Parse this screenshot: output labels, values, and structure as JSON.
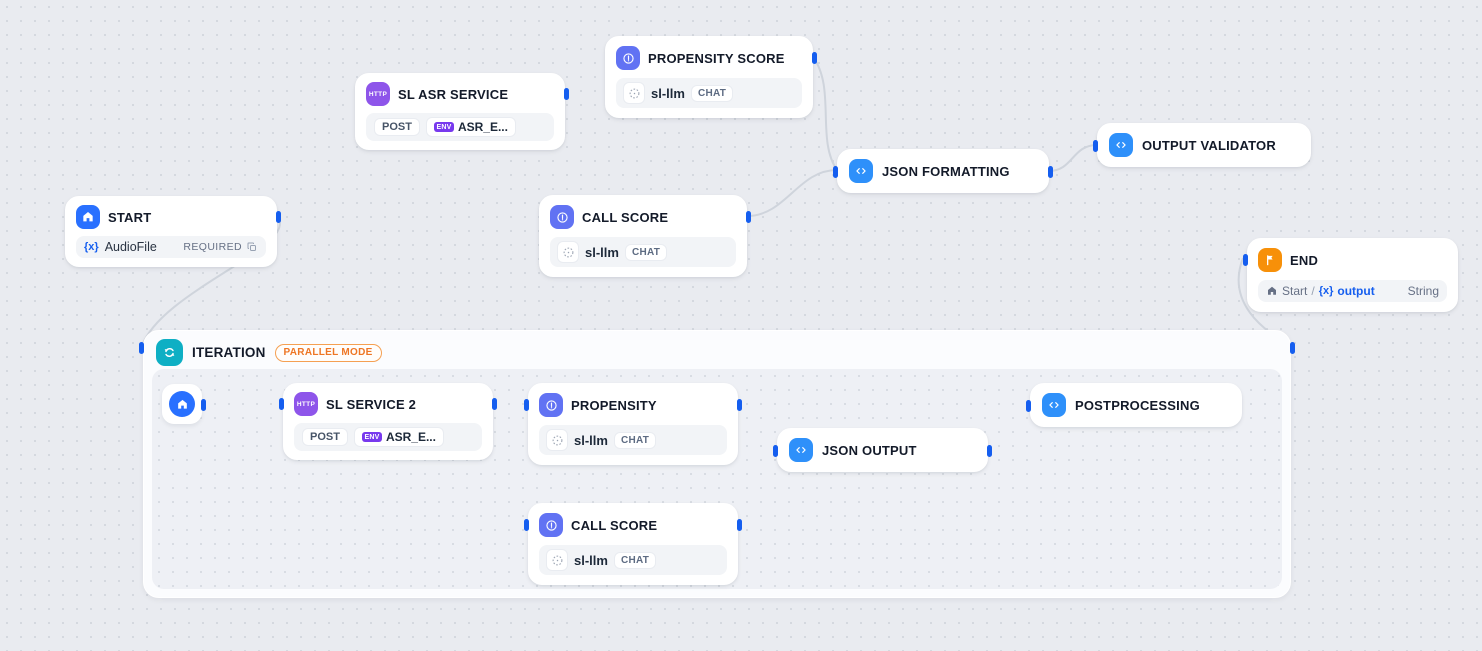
{
  "colors": {
    "canvas_bg": "#e9ebf0",
    "edge": "#cfd4dc",
    "handle_blue": "#155eef",
    "start_icon_bg": "#2970ff",
    "http_icon_bg": "#8e55ea",
    "llm_icon_bg": "#6172f3",
    "code_icon_bg": "#2e90fa",
    "end_icon_bg": "#f79009",
    "iteration_icon_bg": "#0eafc4",
    "parallel_badge_orange": "#ee7624",
    "variable_blue": "#155eef"
  },
  "icons": {
    "http_label": "HTTP"
  },
  "nodes": {
    "start": {
      "title": "START",
      "var_prefix": "{x}",
      "variable": "AudioFile",
      "badge": "REQUIRED"
    },
    "sl_asr_service": {
      "title": "SL ASR SERVICE",
      "method": "POST",
      "env_tag": "ENV",
      "url": "ASR_E..."
    },
    "propensity_score": {
      "title": "PROPENSITY SCORE",
      "model": "sl-llm",
      "mode": "CHAT"
    },
    "call_score": {
      "title": "CALL SCORE",
      "model": "sl-llm",
      "mode": "CHAT"
    },
    "json_formatting": {
      "title": "JSON FORMATTING"
    },
    "output_validator": {
      "title": "OUTPUT VALIDATOR"
    },
    "end": {
      "title": "END",
      "source_node": "Start",
      "separator": "/",
      "var_prefix": "{x}",
      "variable": "output",
      "type": "String"
    },
    "iteration": {
      "title": "ITERATION",
      "badge": "PARALLEL MODE"
    },
    "sl_service_2": {
      "title": "SL SERVICE 2",
      "method": "POST",
      "env_tag": "ENV",
      "url": "ASR_E..."
    },
    "propensity": {
      "title": "PROPENSITY",
      "model": "sl-llm",
      "mode": "CHAT"
    },
    "call_score_inner": {
      "title": "CALL SCORE",
      "model": "sl-llm",
      "mode": "CHAT"
    },
    "json_output": {
      "title": "JSON OUTPUT"
    },
    "postprocessing": {
      "title": "POSTPROCESSING"
    }
  }
}
